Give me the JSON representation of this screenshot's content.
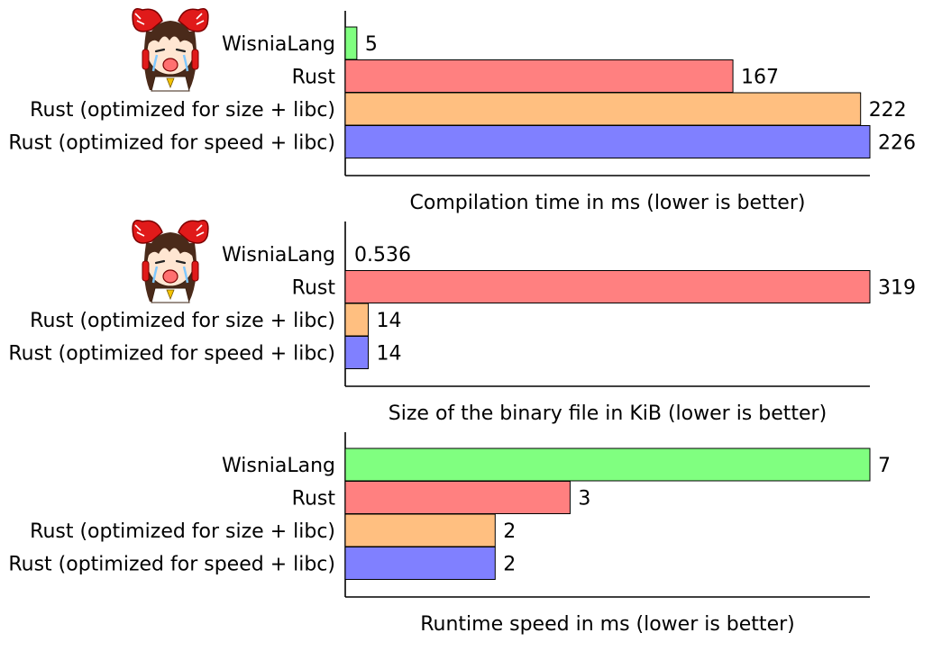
{
  "series_colors": [
    "#80ff80",
    "#ff8080",
    "#ffbf80",
    "#8080ff"
  ],
  "chart_data": [
    {
      "type": "bar",
      "orientation": "horizontal",
      "categories": [
        "WisniaLang",
        "Rust",
        "Rust (optimized for size + libc)",
        "Rust (optimized for speed + libc)"
      ],
      "values": [
        5,
        167,
        222,
        226
      ],
      "value_labels": [
        "5",
        "167",
        "222",
        "226"
      ],
      "xlabel": "Compilation time in ms (lower is better)",
      "xlim": [
        0,
        226
      ],
      "grid": false,
      "mascot": "reimu-crying-icon"
    },
    {
      "type": "bar",
      "orientation": "horizontal",
      "categories": [
        "WisniaLang",
        "Rust",
        "Rust (optimized for size + libc)",
        "Rust (optimized for speed + libc)"
      ],
      "values": [
        0.536,
        319,
        14,
        14
      ],
      "value_labels": [
        "0.536",
        "319",
        "14",
        "14"
      ],
      "xlabel": "Size of the binary file in KiB (lower is better)",
      "xlim": [
        0,
        319
      ],
      "grid": false,
      "mascot": "reimu-crying-icon"
    },
    {
      "type": "bar",
      "orientation": "horizontal",
      "categories": [
        "WisniaLang",
        "Rust",
        "Rust (optimized for size + libc)",
        "Rust (optimized for speed + libc)"
      ],
      "values": [
        7,
        3,
        2,
        2
      ],
      "value_labels": [
        "7",
        "3",
        "2",
        "2"
      ],
      "xlabel": "Runtime speed in ms (lower is better)",
      "xlim": [
        0,
        7
      ],
      "grid": false
    }
  ]
}
